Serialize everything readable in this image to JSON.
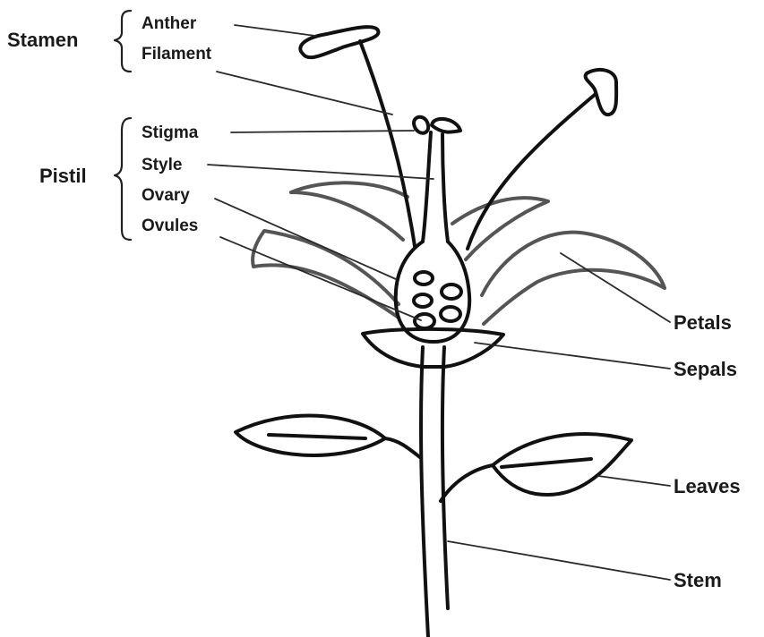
{
  "groups": {
    "stamen": "Stamen",
    "pistil": "Pistil"
  },
  "labels": {
    "anther": "Anther",
    "filament": "Filament",
    "stigma": "Stigma",
    "style": "Style",
    "ovary": "Ovary",
    "ovules": "Ovules",
    "petals": "Petals",
    "sepals": "Sepals",
    "leaves": "Leaves",
    "stem": "Stem"
  }
}
